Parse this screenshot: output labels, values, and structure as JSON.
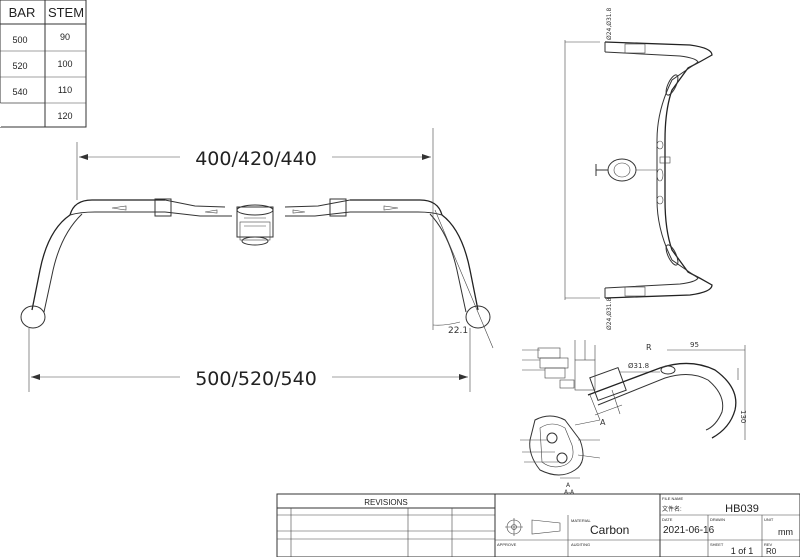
{
  "size_table": {
    "headers": [
      "BAR",
      "STEM"
    ],
    "bar_values": [
      "500",
      "520",
      "540"
    ],
    "stem_values": [
      "90",
      "100",
      "110",
      "120"
    ]
  },
  "front_view": {
    "dim_top": "400/420/440",
    "dim_bottom": "500/520/540",
    "angle": "22.1"
  },
  "top_view": {
    "label_top": "Ø24,Ø31.8",
    "label_bottom": "Ø24,Ø31.8"
  },
  "side_view": {
    "label_R": "R",
    "label_95": "95",
    "label_31_8": "Ø31.8",
    "label_A": "A",
    "label_height": "130"
  },
  "section": {
    "label_A": "A",
    "label_AA": "A-A"
  },
  "title_block": {
    "revisions": "REVISIONS",
    "material_caption": "MATERIAL",
    "material": "Carbon",
    "file_name_caption": "FILE NAME",
    "file_name_cn": "文件名:",
    "file_name": "HB039",
    "date_caption": "DATE",
    "date": "2021-06-16",
    "drawn_caption": "DRAWN",
    "unit_caption": "UNIT",
    "unit": "mm",
    "sheet_caption": "SHEET",
    "sheet": "1 of 1",
    "rev_caption": "REV",
    "rev": "R0",
    "approve_caption": "APPROVE",
    "auditing_caption": "AUDITING"
  }
}
